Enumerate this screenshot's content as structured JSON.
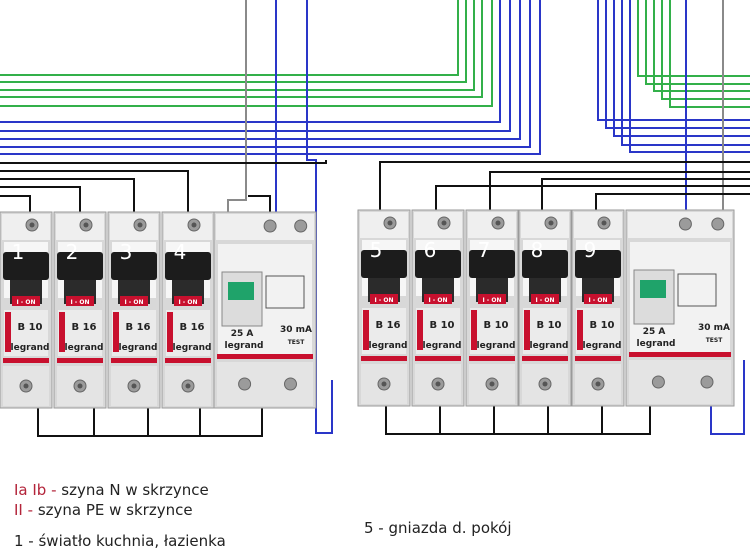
{
  "colors": {
    "wire_green": "#33b04a",
    "wire_blue": "#2a36c8",
    "wire_gray": "#8a8a8a",
    "wire_black": "#111111",
    "label_code": "#b3243a",
    "breaker_body": "#d8d8d8",
    "breaker_face": "#efefef",
    "toggle": "#1c1c1c",
    "accent_red": "#c8102e"
  },
  "breakers": {
    "left": [
      {
        "number": "1",
        "rating": "B 10",
        "state": "I - ON",
        "brand": "legrand"
      },
      {
        "number": "2",
        "rating": "B 16",
        "state": "I - ON",
        "brand": "legrand"
      },
      {
        "number": "3",
        "rating": "B 16",
        "state": "I - ON",
        "brand": "legrand"
      },
      {
        "number": "4",
        "rating": "B 16",
        "state": "I - ON",
        "brand": "legrand"
      }
    ],
    "right": [
      {
        "number": "5",
        "rating": "B 16",
        "state": "I - ON",
        "brand": "legrand"
      },
      {
        "number": "6",
        "rating": "B 10",
        "state": "I - ON",
        "brand": "legrand"
      },
      {
        "number": "7",
        "rating": "B 10",
        "state": "I - ON",
        "brand": "legrand"
      },
      {
        "number": "8",
        "rating": "B 10",
        "state": "I - ON",
        "brand": "legrand"
      },
      {
        "number": "9",
        "rating": "B 10",
        "state": "I - ON",
        "brand": "legrand"
      }
    ]
  },
  "rcds": [
    {
      "current": "25 A",
      "sensitivity": "30 mA",
      "test": "TEST",
      "brand": "legrand"
    },
    {
      "current": "25 A",
      "sensitivity": "30 mA",
      "test": "TEST",
      "brand": "legrand"
    }
  ],
  "legend": {
    "row1": {
      "code": "Ia Ib",
      "sep": " - ",
      "text": "szyna N w skrzynce"
    },
    "row2": {
      "code": "II",
      "sep": " - ",
      "text": "szyna PE w skrzynce"
    },
    "row3": {
      "text": "1 - światło kuchnia, łazienka"
    },
    "row4": {
      "text": "5 - gniazda d. pokój"
    }
  }
}
